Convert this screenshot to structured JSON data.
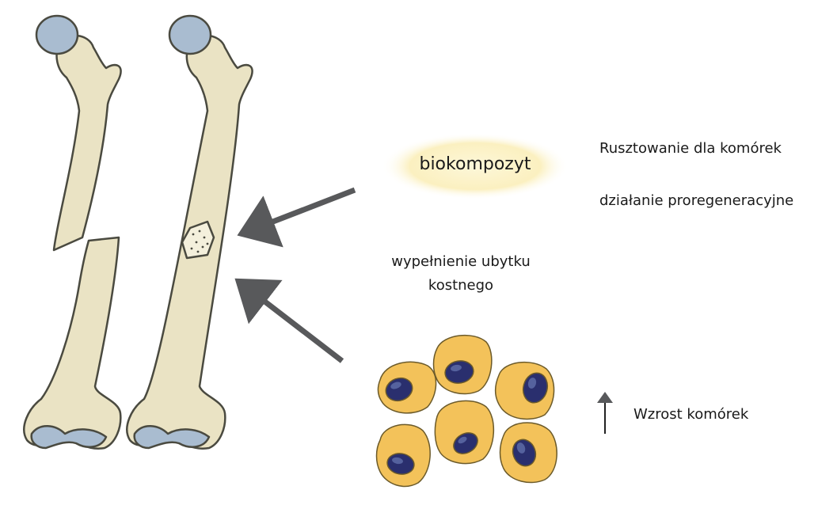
{
  "biocomposite": {
    "label": "biokompozyt"
  },
  "properties": {
    "scaffold": "Rusztowanie dla komórek",
    "regeneration": "działanie proregeneracyjne"
  },
  "defect_filling": {
    "line1": "wypełnienie ubytku",
    "line2": "kostnego"
  },
  "cell_growth": {
    "label": "Wzrost komórek"
  },
  "colors": {
    "bone": "#eae3c4",
    "bone_outline": "#4a4a40",
    "cartilage": "#a9bcd0",
    "cell_cytoplasm": "#f3c25a",
    "cell_nucleus": "#2a2f6e",
    "arrow": "#58595b",
    "ellipse_glow": "#fbf3c9"
  }
}
